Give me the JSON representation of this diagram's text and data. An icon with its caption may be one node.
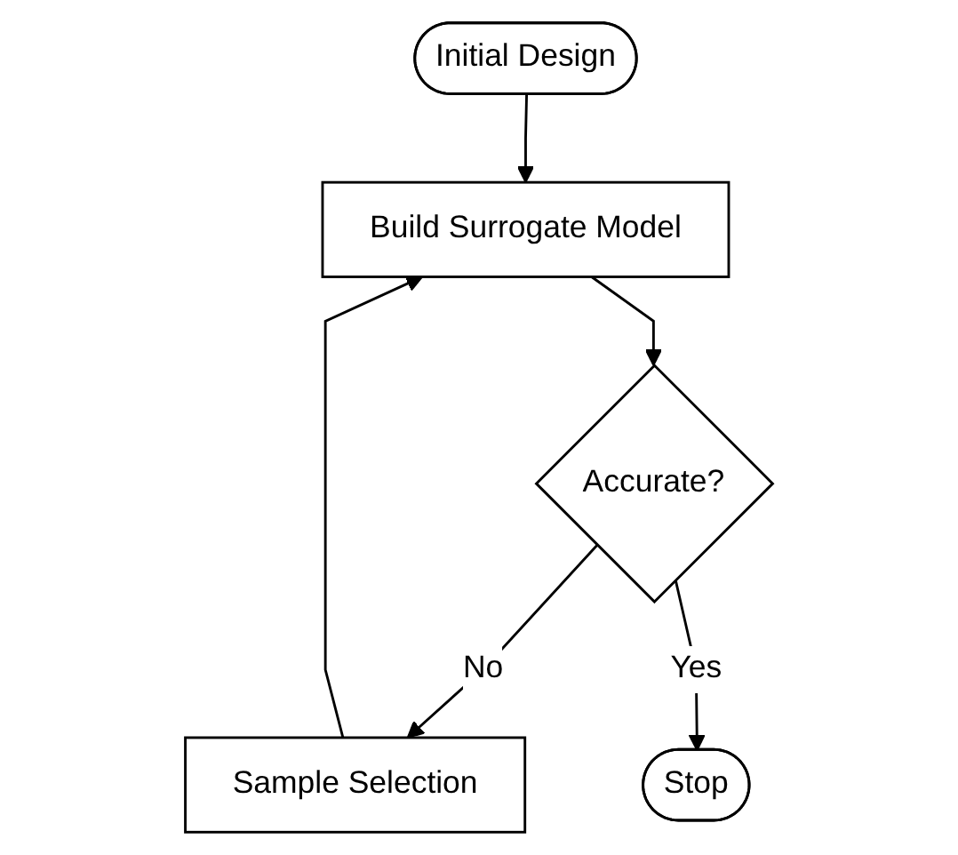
{
  "diagram": {
    "nodes": [
      {
        "text": [
          "Initial Design"
        ]
      },
      {
        "text": [
          "Build Surrogate Model"
        ]
      },
      {
        "text": [
          "Accurate?"
        ]
      },
      {
        "text": [
          "Sample Selection"
        ]
      },
      {
        "text": [
          "Stop"
        ]
      }
    ],
    "edges": [
      {
        "from": 0,
        "to": 1,
        "arrow": "to"
      },
      {
        "from": 1,
        "to": 2,
        "arrow": "to"
      },
      {
        "from": 2,
        "to": 3,
        "label": "No",
        "arrow": "to"
      },
      {
        "from": 3,
        "to": 1,
        "arrow": "to"
      },
      {
        "from": 2,
        "to": 4,
        "label": "Yes",
        "arrow": "to"
      }
    ]
  }
}
